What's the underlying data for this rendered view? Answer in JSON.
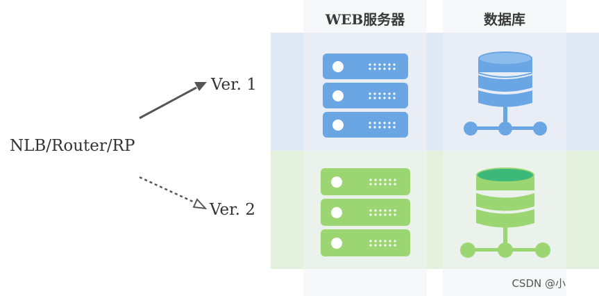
{
  "diagram": {
    "source_label": "NLB/Router/RP",
    "targets": [
      {
        "label": "Ver. 1",
        "link": "solid"
      },
      {
        "label": "Ver. 2",
        "link": "dashed"
      }
    ],
    "columns": [
      {
        "header": "WEB服务器",
        "icon": "server-rack-icon"
      },
      {
        "header": "数据库",
        "icon": "database-icon"
      }
    ],
    "rows": [
      {
        "version": "Ver. 1",
        "color": "#6aa6e3",
        "dark": "#3b7fcf",
        "band": "#dfe9f5"
      },
      {
        "version": "Ver. 2",
        "color": "#9cd673",
        "dark": "#3cb878",
        "band": "#e4f1dd"
      }
    ]
  },
  "watermark": "CSDN @小"
}
